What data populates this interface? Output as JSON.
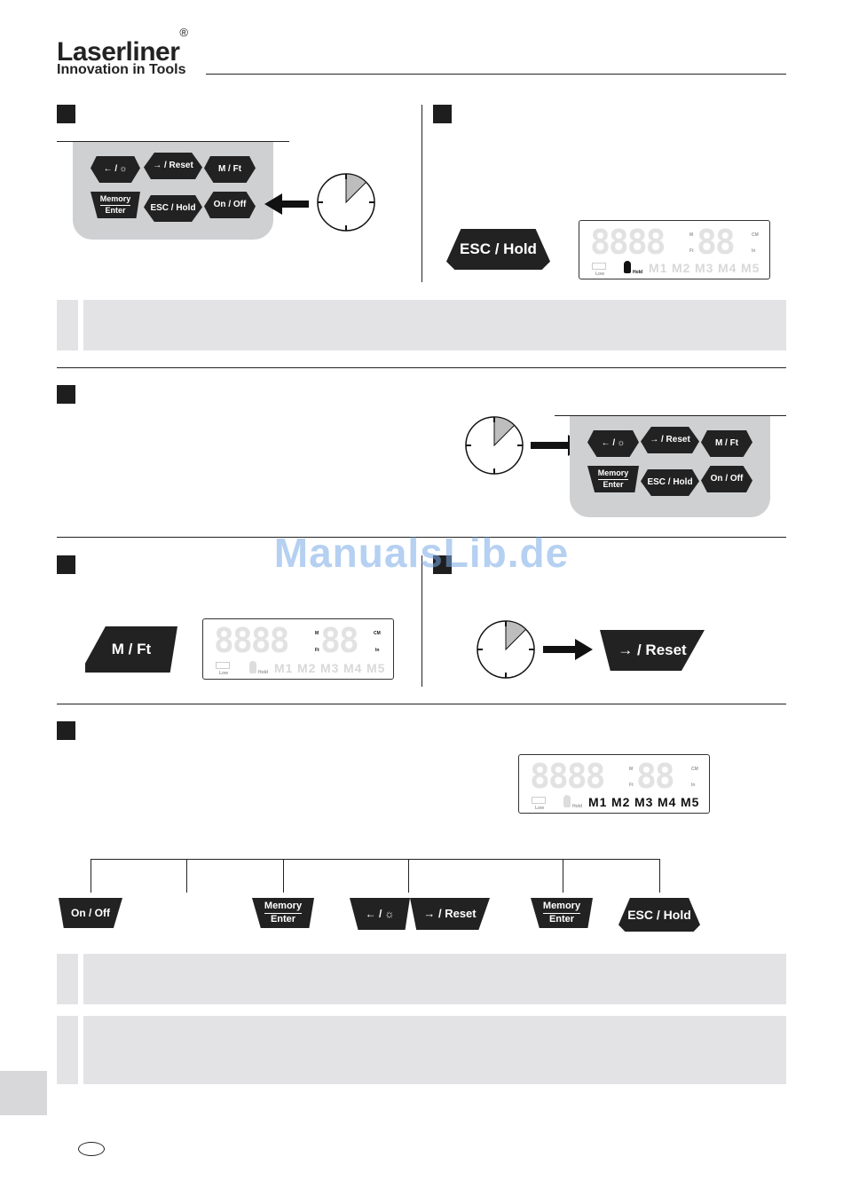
{
  "header": {
    "brand": "Laserliner",
    "registered": "®",
    "tagline": "Innovation in Tools"
  },
  "keys": {
    "back": "← /",
    "reset": "→ / Reset",
    "m_ft": "M / Ft",
    "memory": "Memory",
    "enter": "Enter",
    "esc_hold": "ESC / Hold",
    "on_off": "On / Off"
  },
  "display": {
    "digits_main": "8888",
    "digits_small": "88",
    "unit_m": "M",
    "unit_ft": "Ft",
    "unit_cm": "CM",
    "unit_in": "In",
    "low": "Low",
    "hold": "Hold",
    "memories": [
      "M1",
      "M2",
      "M3",
      "M4",
      "M5"
    ]
  },
  "watermark": "ManualsLib.de",
  "icons": [
    "backlight-icon",
    "clock-icon",
    "arrow-right-icon",
    "hand-icon",
    "battery-icon"
  ],
  "colors": {
    "key": "#222222",
    "keypad": "#cfd0d2",
    "note_box": "#e3e3e5"
  }
}
